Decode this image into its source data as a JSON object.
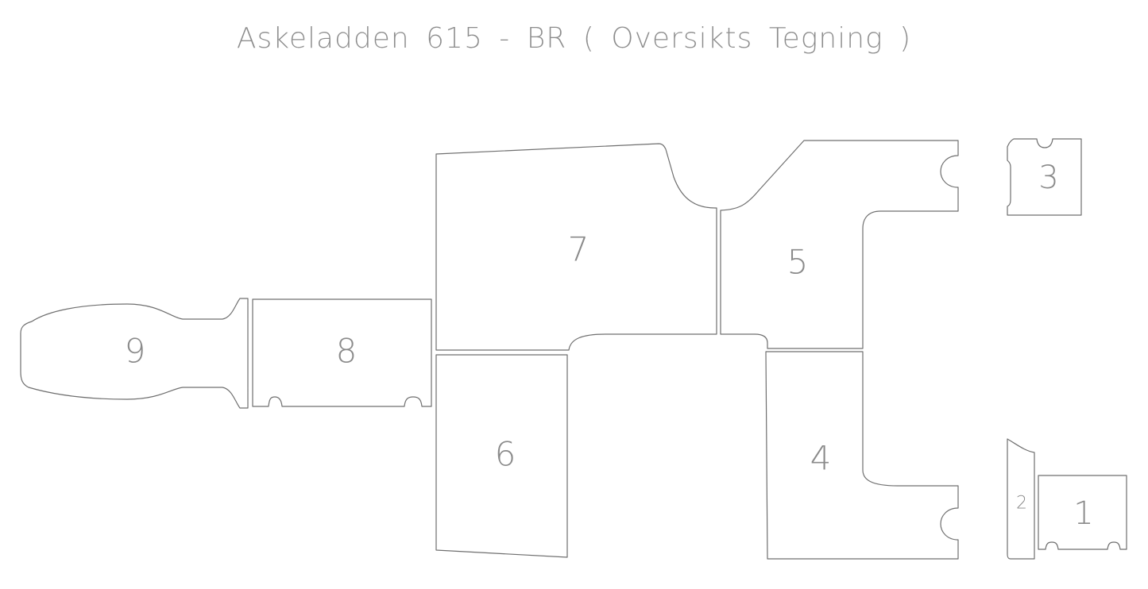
{
  "title": "Askeladden 615 - BR ( Oversikts Tegning )",
  "colors": {
    "line": "#6f6f6f",
    "label": "#8a8a8a",
    "background": "#ffffff"
  },
  "panels": [
    {
      "id": "9",
      "label": "9"
    },
    {
      "id": "8",
      "label": "8"
    },
    {
      "id": "7",
      "label": "7"
    },
    {
      "id": "6",
      "label": "6"
    },
    {
      "id": "5",
      "label": "5"
    },
    {
      "id": "4",
      "label": "4"
    },
    {
      "id": "3",
      "label": "3"
    },
    {
      "id": "2",
      "label": "2"
    },
    {
      "id": "1",
      "label": "1"
    }
  ]
}
